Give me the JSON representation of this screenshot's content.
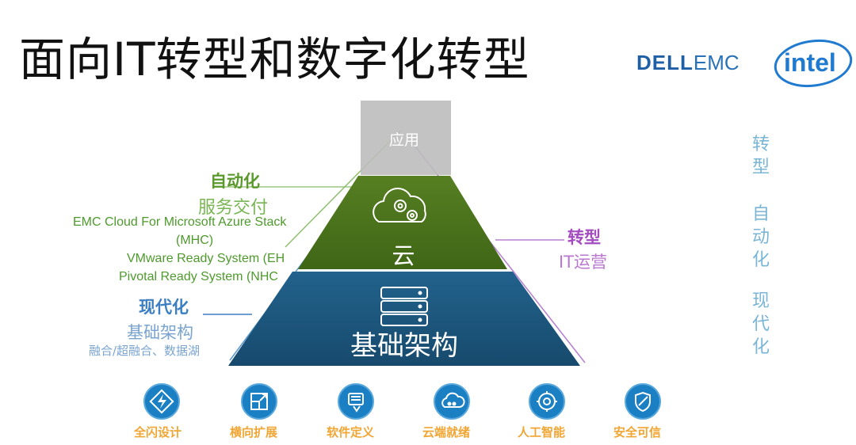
{
  "slide": {
    "title": "面向IT转型和数字化转型",
    "logos": {
      "dell_bold": "DELL",
      "dell_thin": "EMC",
      "intel": "intel"
    },
    "pyramid": {
      "top": "应用",
      "middle": "云",
      "bottom": "基础架构",
      "colors": {
        "top": "#bfbfbf",
        "middle": "#4e7d1f",
        "bottom": "#1e5a82"
      }
    },
    "automation": {
      "heading": "自动化",
      "subheading": "服务交付",
      "items": [
        "EMC Cloud For Microsoft Azure Stack",
        "(MHC)",
        "VMware Ready System (EH",
        "Pivotal Ready System (NHC"
      ]
    },
    "modernization": {
      "heading": "现代化",
      "subheading": "基础架构",
      "detail": "融合/超融合、数据湖"
    },
    "transformation": {
      "heading": "转型",
      "subheading": "IT运营"
    },
    "vertical_words": [
      "转型",
      "自动化",
      "现代化"
    ],
    "bottom_features": [
      "全闪设计",
      "横向扩展",
      "软件定义",
      "云端就绪",
      "人工智能",
      "安全可信"
    ],
    "icons": [
      "flash-icon",
      "expand-icon",
      "software-icon",
      "cloud-ready-icon",
      "ai-chip-icon",
      "shield-icon"
    ]
  }
}
